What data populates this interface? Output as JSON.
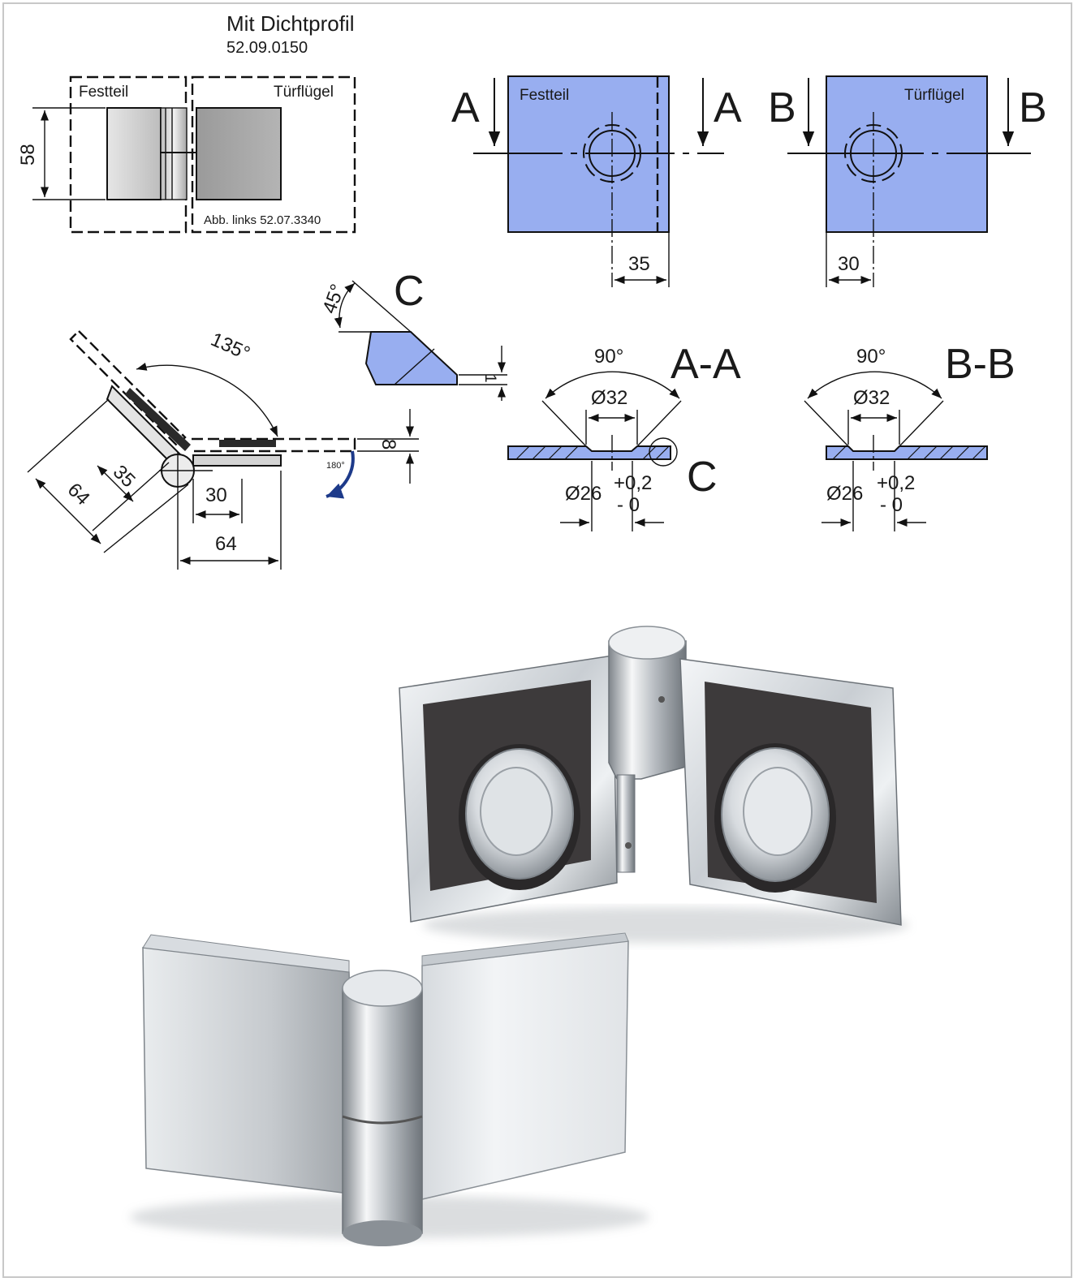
{
  "header": {
    "title": "Mit Dichtprofil",
    "article_no": "52.09.0150"
  },
  "elevation": {
    "fixed_label": "Festteil",
    "door_label": "Türflügel",
    "height_dim": "58",
    "note": "Abb. links 52.07.3340"
  },
  "plate_a": {
    "label": "Festteil",
    "section_mark": "A",
    "dim": "35"
  },
  "plate_b": {
    "label": "Türflügel",
    "section_mark": "B",
    "dim": "30"
  },
  "detail_c": {
    "label": "C",
    "angle": "45°",
    "dim": "1"
  },
  "plan": {
    "open_angle": "135°",
    "swing_angle": "180°",
    "dim_diag_35": "35",
    "dim_diag_64": "64",
    "dim_30": "30",
    "dim_64": "64",
    "thickness": "8"
  },
  "section_aa": {
    "title": "A-A",
    "angle": "90°",
    "outer_dia": "Ø32",
    "inner_dia": "Ø26",
    "tol_plus": "+0,2",
    "tol_minus": "- 0",
    "detail_ref": "C"
  },
  "section_bb": {
    "title": "B-B",
    "angle": "90°",
    "outer_dia": "Ø32",
    "inner_dia": "Ø26",
    "tol_plus": "+0,2",
    "tol_minus": "- 0"
  },
  "colors": {
    "section_fill": "#98aef0",
    "chrome_light": "#e8ecef",
    "chrome_dark": "#8a9096",
    "seal_dark": "#3d3a3b",
    "swing_arrow": "#1d3a8a"
  },
  "icons": [
    "hinge-render-open-icon",
    "hinge-render-closed-icon"
  ]
}
